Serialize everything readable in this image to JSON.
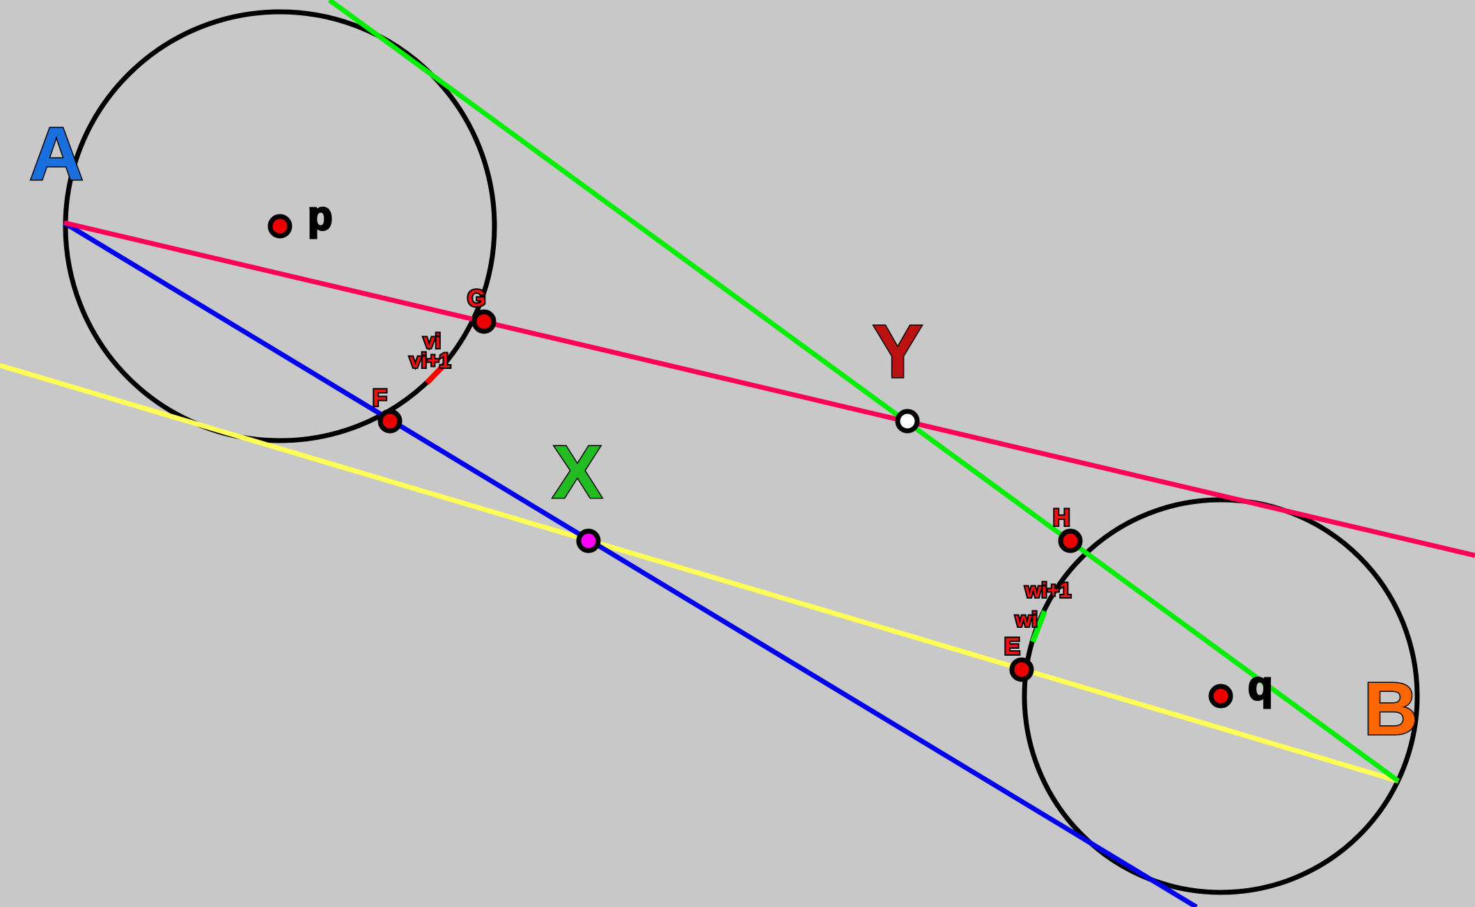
{
  "colors": {
    "background": "#c8c8c8",
    "circle": "#000000",
    "line_red": "#ff0059",
    "line_green": "#00ee00",
    "line_blue": "#0000ee",
    "line_yellow": "#ffff55",
    "arc_red": "#ff0000",
    "arc_green": "#00ee00",
    "point_fill": "#ee0000",
    "point_x_fill": "#ff00ff",
    "point_y_fill": "#ffffff",
    "label_a": "#1a6fdf",
    "label_b": "#ff6600",
    "label_x": "#22bb22",
    "label_y": "#bb1111",
    "label_red": "#ee1111",
    "label_center": "#000000"
  },
  "labels": {
    "A": "A",
    "B": "B",
    "X": "X",
    "Y": "Y",
    "p": "p",
    "q": "q",
    "E": "E",
    "F": "F",
    "G": "G",
    "H": "H",
    "vi": "vi",
    "vi1": "vi+1",
    "wi": "wi",
    "wi1": "wi+1"
  }
}
